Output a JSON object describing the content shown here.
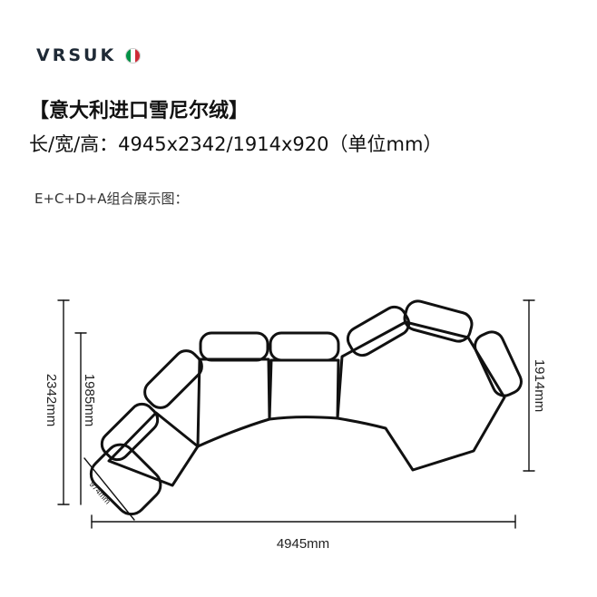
{
  "brand": {
    "name": "VRSUK",
    "flag_colors": [
      "#009246",
      "#ffffff",
      "#ce2b37"
    ]
  },
  "header": {
    "title": "【意大利进口雪尼尔绒】",
    "dimensions_line": "长/宽/高：4945x2342/1914x920（单位mm）"
  },
  "diagram": {
    "caption": "E+C+D+A组合展示图：",
    "dimensions": {
      "total_width": "4945mm",
      "total_depth": "2342mm",
      "left_depth": "1985mm",
      "right_depth": "1914mm",
      "corner_width": "974mm"
    }
  }
}
